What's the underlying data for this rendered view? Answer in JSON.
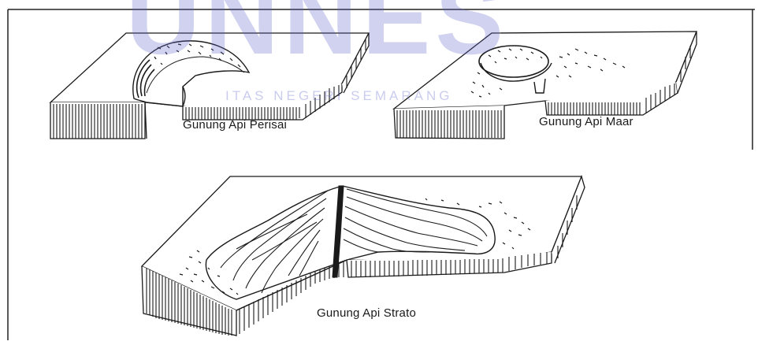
{
  "watermark": {
    "logo_text": "UNNES",
    "tagline": "ITAS NEGERI SEMARANG"
  },
  "diagrams": [
    {
      "id": "perisai",
      "label": "Gunung Api Perisai"
    },
    {
      "id": "maar",
      "label": "Gunung Api Maar"
    },
    {
      "id": "strato",
      "label": "Gunung Api Strato"
    }
  ],
  "colors": {
    "ink": "#1a1a1a",
    "watermark": "#5a5fc8"
  }
}
